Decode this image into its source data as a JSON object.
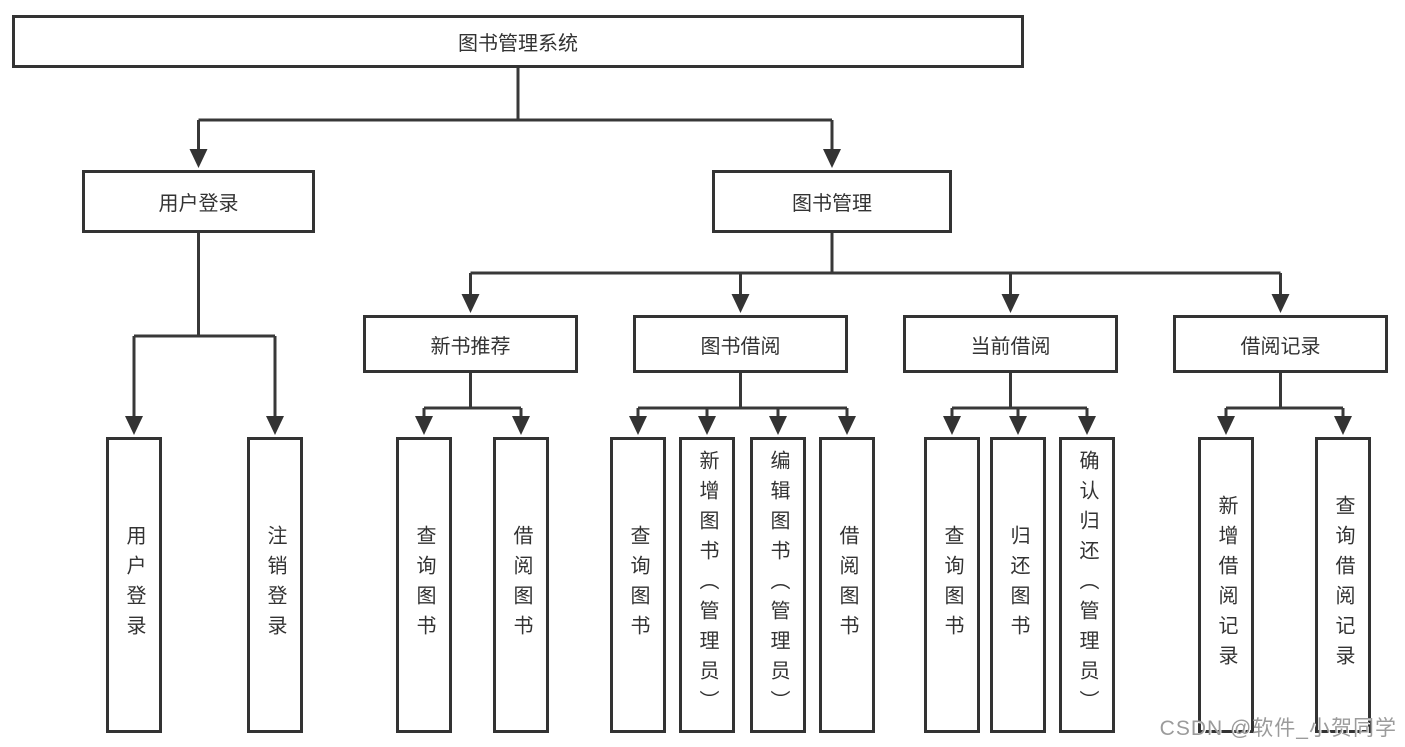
{
  "diagram": {
    "type": "hierarchy-tree",
    "watermark": "CSDN @软件_小贺同学",
    "colors": {
      "background": "#ffffff",
      "box_border": "#333333",
      "line": "#383838",
      "text": "#333333",
      "watermark": "#9b9b9b"
    },
    "tree": {
      "label": "图书管理系统",
      "children": [
        {
          "label": "用户登录",
          "children": [
            {
              "label": "用户登录"
            },
            {
              "label": "注销登录"
            }
          ]
        },
        {
          "label": "图书管理",
          "children": [
            {
              "label": "新书推荐",
              "children": [
                {
                  "label": "查询图书"
                },
                {
                  "label": "借阅图书"
                }
              ]
            },
            {
              "label": "图书借阅",
              "children": [
                {
                  "label": "查询图书"
                },
                {
                  "label": "新增图书（管理员）"
                },
                {
                  "label": "编辑图书（管理员）"
                },
                {
                  "label": "借阅图书"
                }
              ]
            },
            {
              "label": "当前借阅",
              "children": [
                {
                  "label": "查询图书"
                },
                {
                  "label": "归还图书"
                },
                {
                  "label": "确认归还（管理员）"
                }
              ]
            },
            {
              "label": "借阅记录",
              "children": [
                {
                  "label": "新增借阅记录"
                },
                {
                  "label": "查询借阅记录"
                }
              ]
            }
          ]
        }
      ]
    }
  }
}
